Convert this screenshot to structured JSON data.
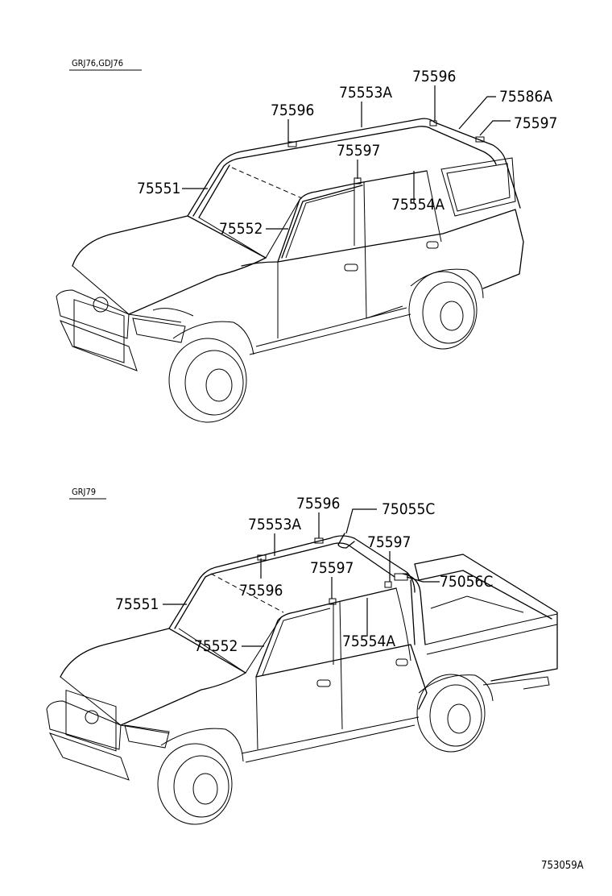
{
  "diagram_code": "753059A",
  "sections": [
    {
      "label": "GRJ76,GDJ76",
      "callouts": [
        "75596",
        "75553A",
        "75596",
        "75586A",
        "75597",
        "75597",
        "75551",
        "75554A",
        "75552"
      ]
    },
    {
      "label": "GRJ79",
      "callouts": [
        "75596",
        "75055C",
        "75553A",
        "75597",
        "75596",
        "75597",
        "75056C",
        "75551",
        "75554A",
        "75552"
      ]
    }
  ]
}
